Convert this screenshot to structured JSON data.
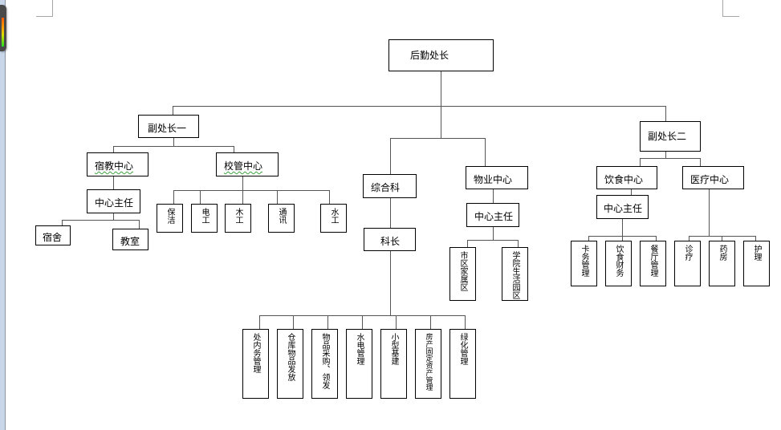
{
  "ui": {
    "accent_colors": {
      "line": "#555555",
      "box_border": "#000000",
      "spellcheck_squiggle": "#3aa33a"
    }
  },
  "chart": {
    "root": "后勤处长",
    "deputy1": {
      "label": "副处长一",
      "centers": [
        {
          "label": "宿教中心",
          "director": "中心主任",
          "units": [
            "宿舍",
            "教室"
          ]
        },
        {
          "label": "校管中心",
          "units": [
            "保洁",
            "电工",
            "木工",
            "通讯",
            "水工"
          ]
        }
      ]
    },
    "general": {
      "label": "综合科",
      "head": "科长",
      "units": [
        "处内务管理",
        "仓库物品发放",
        "物品采购、领发",
        "水电管理",
        "小型基建",
        "房产固定资产管理",
        "绿化管理"
      ]
    },
    "property": {
      "label": "物业中心",
      "director": "中心主任",
      "units": [
        "市区家属区",
        "学院生活园区"
      ]
    },
    "deputy2": {
      "label": "副处长二",
      "centers": [
        {
          "label": "饮食中心",
          "director": "中心主任",
          "units": [
            "卡务管理",
            "饮食财务",
            "餐厅管理"
          ]
        },
        {
          "label": "医疗中心",
          "units": [
            "诊疗",
            "药房",
            "护理"
          ]
        }
      ]
    }
  }
}
